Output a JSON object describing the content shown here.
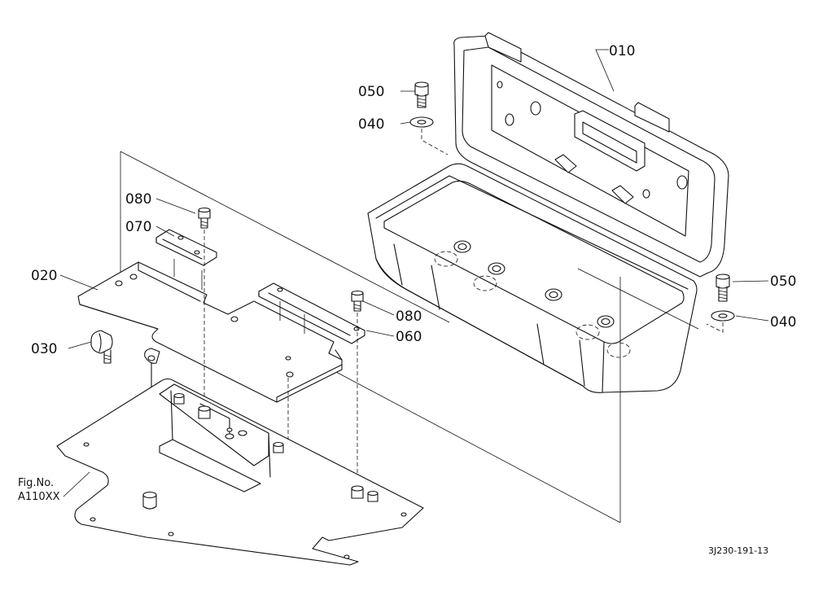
{
  "callouts": {
    "p010": "010",
    "p050_top": "050",
    "p040_top": "040",
    "p080_left": "080",
    "p070": "070",
    "p020": "020",
    "p030": "030",
    "p080_mid": "080",
    "p060": "060",
    "p050_right": "050",
    "p040_right": "040"
  },
  "figure_ref": {
    "line1": "Fig.No.",
    "line2": "A110XX"
  },
  "drawing_code": "3J230-191-13"
}
